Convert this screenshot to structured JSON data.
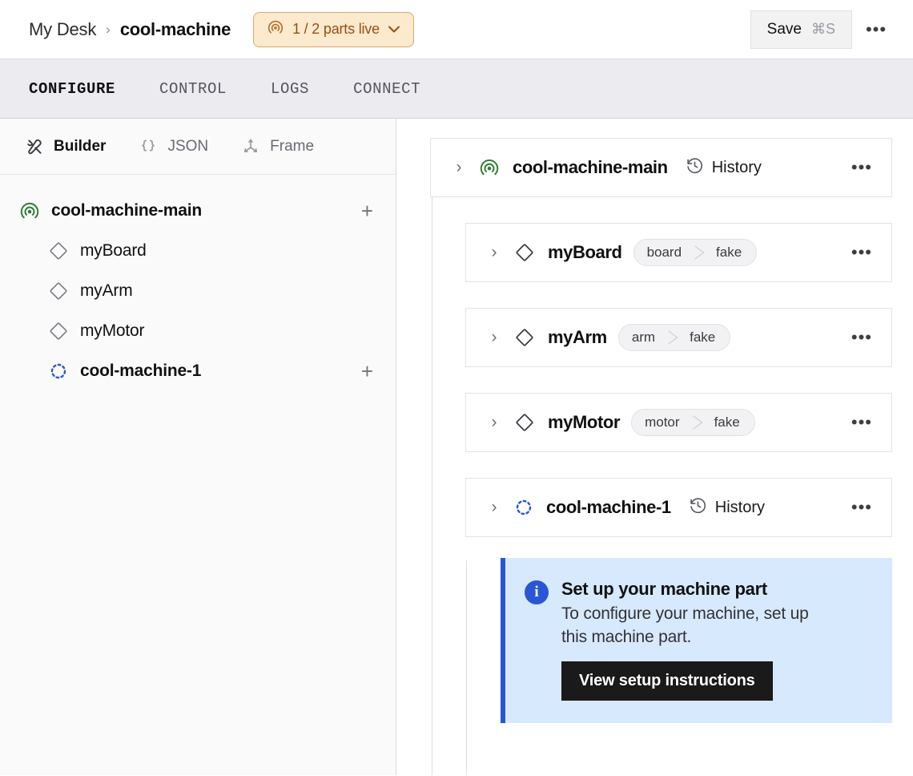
{
  "topbar": {
    "breadcrumb": {
      "root": "My Desk",
      "separator": "›",
      "current": "cool-machine"
    },
    "status_pill": {
      "icon": "broadcast-icon",
      "text": "1 / 2 parts live",
      "chevron": "⌄",
      "bg": "#fbeacd",
      "border": "#d9a76b",
      "fg": "#9a4f12"
    },
    "save": {
      "label": "Save",
      "shortcut": "⌘S"
    },
    "overflow": "•••"
  },
  "tabs": [
    {
      "label": "CONFIGURE",
      "active": true
    },
    {
      "label": "CONTROL",
      "active": false
    },
    {
      "label": "LOGS",
      "active": false
    },
    {
      "label": "CONNECT",
      "active": false
    }
  ],
  "sidebar": {
    "toolbar": [
      {
        "label": "Builder",
        "icon": "tools-icon",
        "active": true
      },
      {
        "label": "JSON",
        "icon": "braces-icon",
        "active": false
      },
      {
        "label": "Frame",
        "icon": "axes-icon",
        "active": false
      }
    ],
    "tree": [
      {
        "label": "cool-machine-main",
        "icon": "broadcast-icon",
        "level": "root",
        "add": "+"
      },
      {
        "label": "myBoard",
        "icon": "diamond-icon",
        "level": "child"
      },
      {
        "label": "myArm",
        "icon": "diamond-icon",
        "level": "child"
      },
      {
        "label": "myMotor",
        "icon": "diamond-icon",
        "level": "child"
      },
      {
        "label": "cool-machine-1",
        "icon": "dashed-circle-icon",
        "level": "sub",
        "add": "+"
      }
    ]
  },
  "main": {
    "cards": [
      {
        "title": "cool-machine-main",
        "icon": "broadcast-icon",
        "chevron": "›",
        "history_label": "History",
        "overflow": "•••"
      },
      {
        "title": "myBoard",
        "icon": "diamond-icon",
        "chevron": "›",
        "type_api": "board",
        "type_model": "fake",
        "overflow": "•••"
      },
      {
        "title": "myArm",
        "icon": "diamond-icon",
        "chevron": "›",
        "type_api": "arm",
        "type_model": "fake",
        "overflow": "•••"
      },
      {
        "title": "myMotor",
        "icon": "diamond-icon",
        "chevron": "›",
        "type_api": "motor",
        "type_model": "fake",
        "overflow": "•••"
      },
      {
        "title": "cool-machine-1",
        "icon": "dashed-circle-icon",
        "chevron": "›",
        "history_label": "History",
        "overflow": "•••"
      }
    ],
    "callout": {
      "icon": "info-icon",
      "icon_glyph": "i",
      "title": "Set up your machine part",
      "text": "To configure your machine, set up this machine part.",
      "button_label": "View setup instructions",
      "bg": "#d7e9fc",
      "accent": "#2a56d6"
    }
  },
  "colors": {
    "online_green": "#2e7d32",
    "pending_blue": "#2a56d6",
    "tabbar_bg": "#ebebf0",
    "sidebar_bg": "#fafafa"
  }
}
